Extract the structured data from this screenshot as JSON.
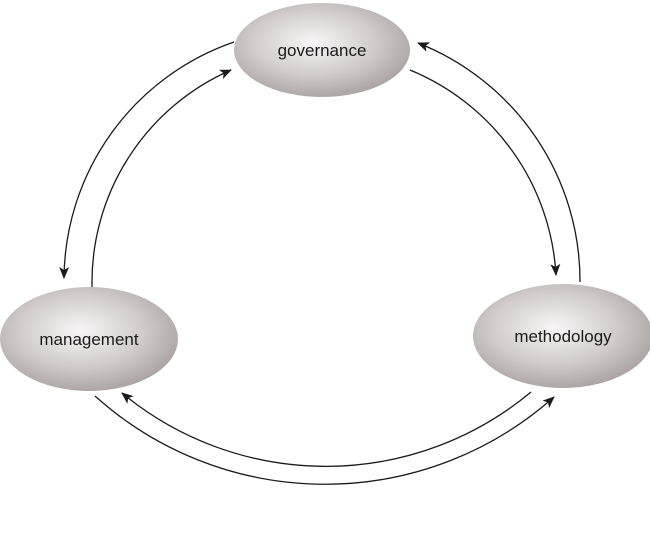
{
  "nodes": [
    {
      "id": "governance",
      "label": "governance"
    },
    {
      "id": "methodology",
      "label": "methodology"
    },
    {
      "id": "management",
      "label": "management"
    }
  ],
  "edges": [
    {
      "from": "governance",
      "to": "methodology"
    },
    {
      "from": "methodology",
      "to": "governance"
    },
    {
      "from": "governance",
      "to": "management"
    },
    {
      "from": "management",
      "to": "governance"
    },
    {
      "from": "methodology",
      "to": "management"
    },
    {
      "from": "management",
      "to": "methodology"
    }
  ],
  "colors": {
    "node_highlight": "#f7f6f6",
    "node_mid": "#d2cccc",
    "node_shadow": "#a8a0a0",
    "line": "#1a1a1a",
    "background": "#ffffff"
  }
}
